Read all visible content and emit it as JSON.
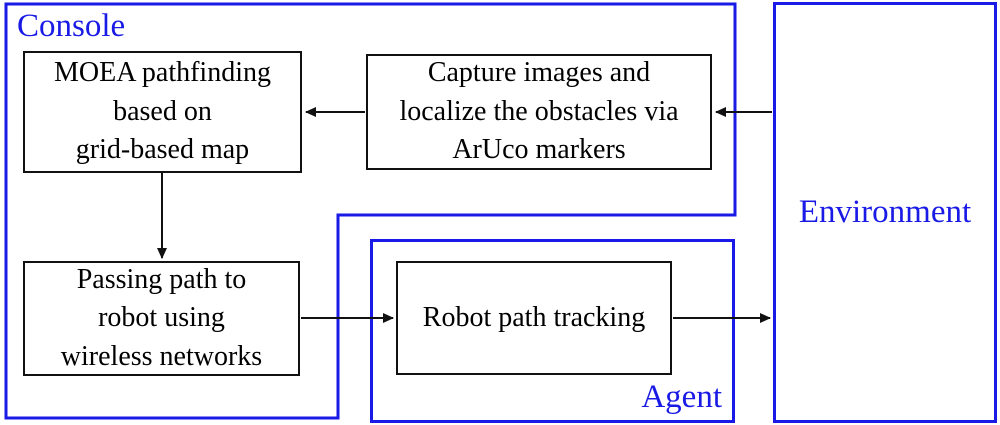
{
  "colors": {
    "accent_blue": "#1a1ae6",
    "line_black": "#111111"
  },
  "containers": {
    "console": {
      "label": "Console"
    },
    "agent": {
      "label": "Agent"
    },
    "environment": {
      "label": "Environment"
    }
  },
  "boxes": {
    "moea": {
      "lines": [
        "MOEA pathfinding",
        "based on",
        "grid-based map"
      ]
    },
    "capture": {
      "lines": [
        "Capture images and",
        "localize the obstacles via",
        "ArUco markers"
      ]
    },
    "passing": {
      "lines": [
        "Passing path to",
        "robot using",
        "wireless networks"
      ]
    },
    "robot": {
      "lines": [
        "Robot path tracking"
      ]
    }
  },
  "arrows": [
    {
      "from": "environment",
      "to": "capture-box",
      "direction": "left"
    },
    {
      "from": "capture-box",
      "to": "moea-box",
      "direction": "left"
    },
    {
      "from": "moea-box",
      "to": "passing-box",
      "direction": "down"
    },
    {
      "from": "passing-box",
      "to": "robot-box",
      "direction": "right"
    },
    {
      "from": "robot-box",
      "to": "environment",
      "direction": "right"
    }
  ]
}
